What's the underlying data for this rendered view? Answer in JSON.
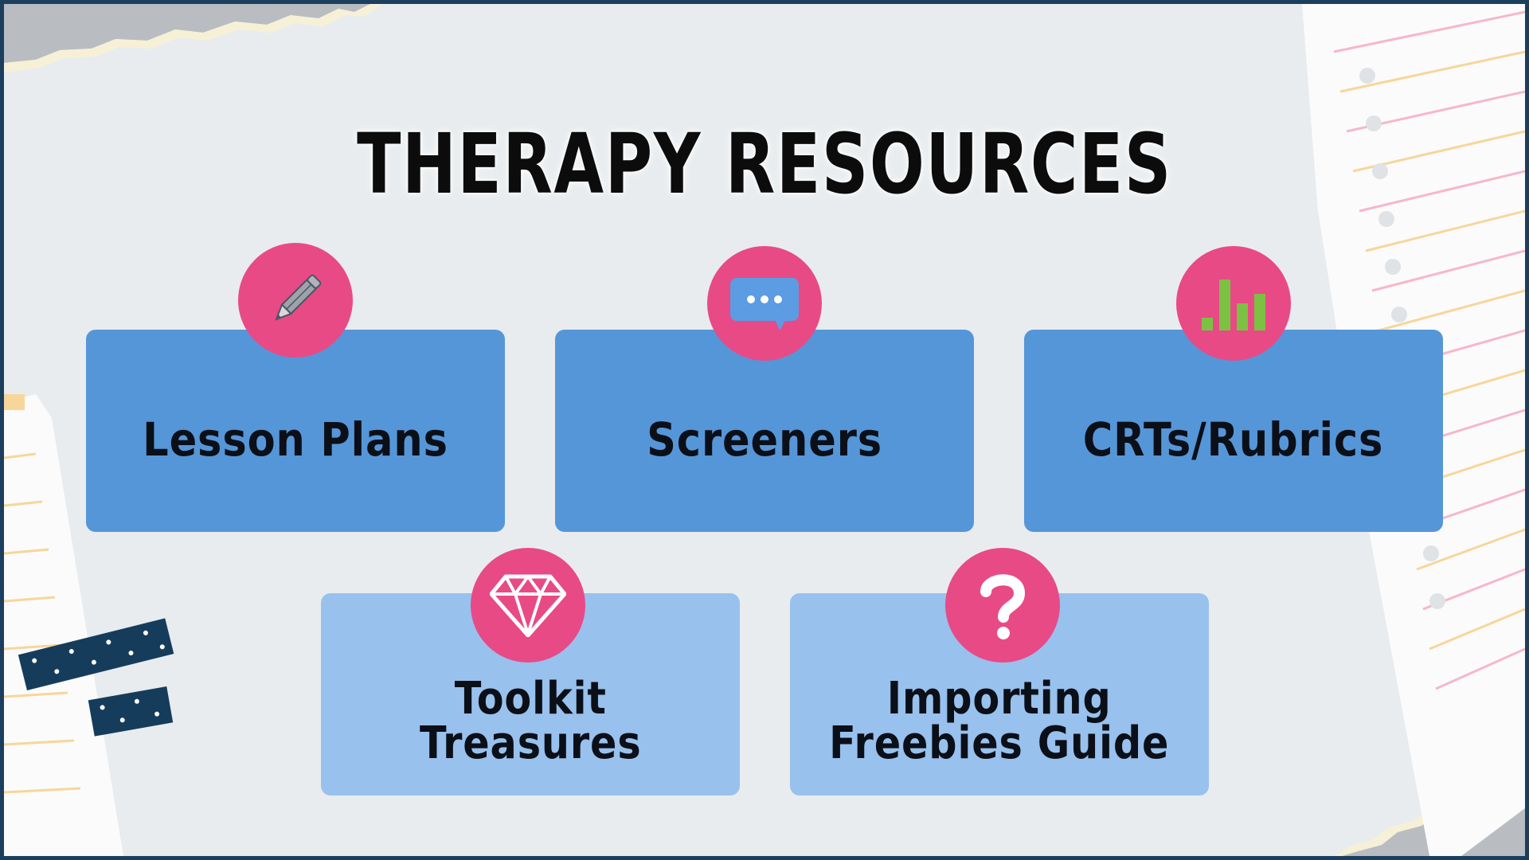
{
  "page": {
    "title": "THERAPY RESOURCES"
  },
  "cards": [
    {
      "label": "Lesson Plans",
      "icon": "pencil-icon"
    },
    {
      "label": "Screeners",
      "icon": "speech-bubble-icon"
    },
    {
      "label": "CRTs/Rubrics",
      "icon": "bar-chart-icon"
    },
    {
      "label_line1": "Toolkit",
      "label_line2": "Treasures",
      "icon": "diamond-icon"
    },
    {
      "label_line1": "Importing",
      "label_line2": "Freebies Guide",
      "icon": "question-mark-icon"
    }
  ],
  "colors": {
    "frame_border": "#1d3f5e",
    "background": "#e8ecee",
    "primary_card": "#5596d8",
    "secondary_card": "#98c1ed",
    "badge": "#e84a86",
    "chart_icon": "#7cc242",
    "tape": "#163c5c"
  }
}
